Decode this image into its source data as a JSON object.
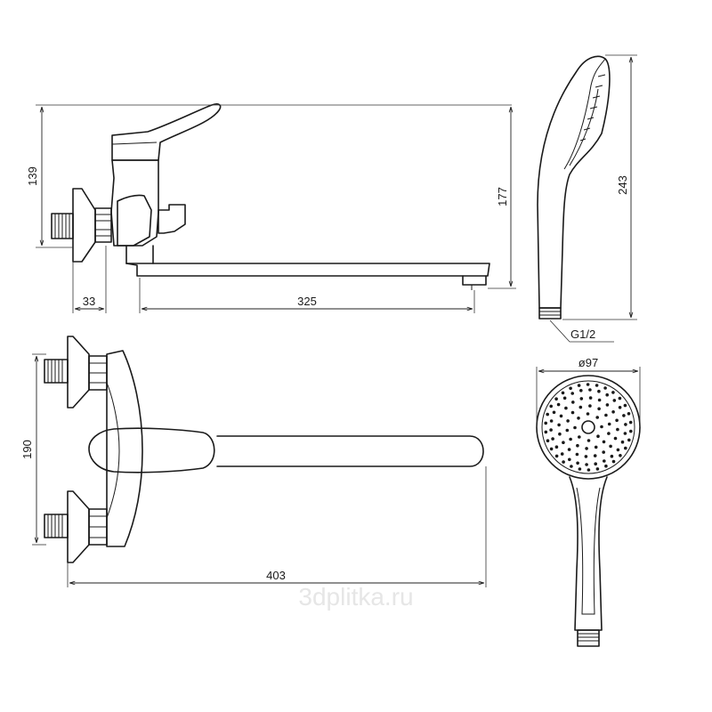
{
  "drawing": {
    "dimensions": {
      "side_height": "139",
      "spout_height": "177",
      "inlet_offset": "33",
      "spout_reach": "325",
      "shower_length": "243",
      "thread": "G1/2",
      "centers": "190",
      "total_length": "403",
      "shower_diameter": "ø97"
    },
    "watermark": "3dplitka.ru",
    "colors": {
      "line": "#1a1a1a",
      "background": "#ffffff",
      "watermark": "#e6e6e6"
    }
  }
}
